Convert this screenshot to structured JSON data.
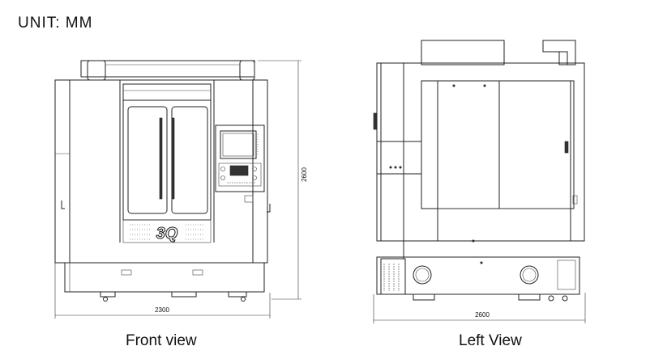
{
  "unit_label": "UNIT: MM",
  "front": {
    "caption": "Front view",
    "width_dim": "2300",
    "height_dim": "2600",
    "logo": "3Q"
  },
  "left": {
    "caption": "Left View",
    "width_dim": "2600"
  }
}
